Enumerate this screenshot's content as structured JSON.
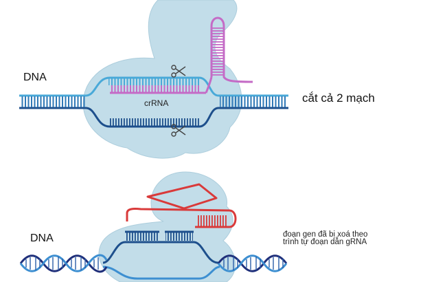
{
  "labels": {
    "dna_top": "DNA",
    "dna_bottom": "DNA",
    "crrna": "crRNA",
    "cut_both_strands": "cắt cả 2 mạch",
    "deleted_line1": "đoạn gen  đã  bị xoá  theo",
    "deleted_line2": "trình tự đoạn dẫn gRNA"
  },
  "colors": {
    "protein": "#bfdce8",
    "protein_edge": "#9fc3d4",
    "dna_light": "#49a9d8",
    "dna_dark": "#1d4f8c",
    "crrna": "#c46bc6",
    "guide_rna": "#d93a3a",
    "helix_dark": "#1f2f7a",
    "helix_light": "#3d8fd1",
    "scissors": "#444444"
  },
  "icons": [
    "scissors-icon",
    "scissors-icon"
  ]
}
